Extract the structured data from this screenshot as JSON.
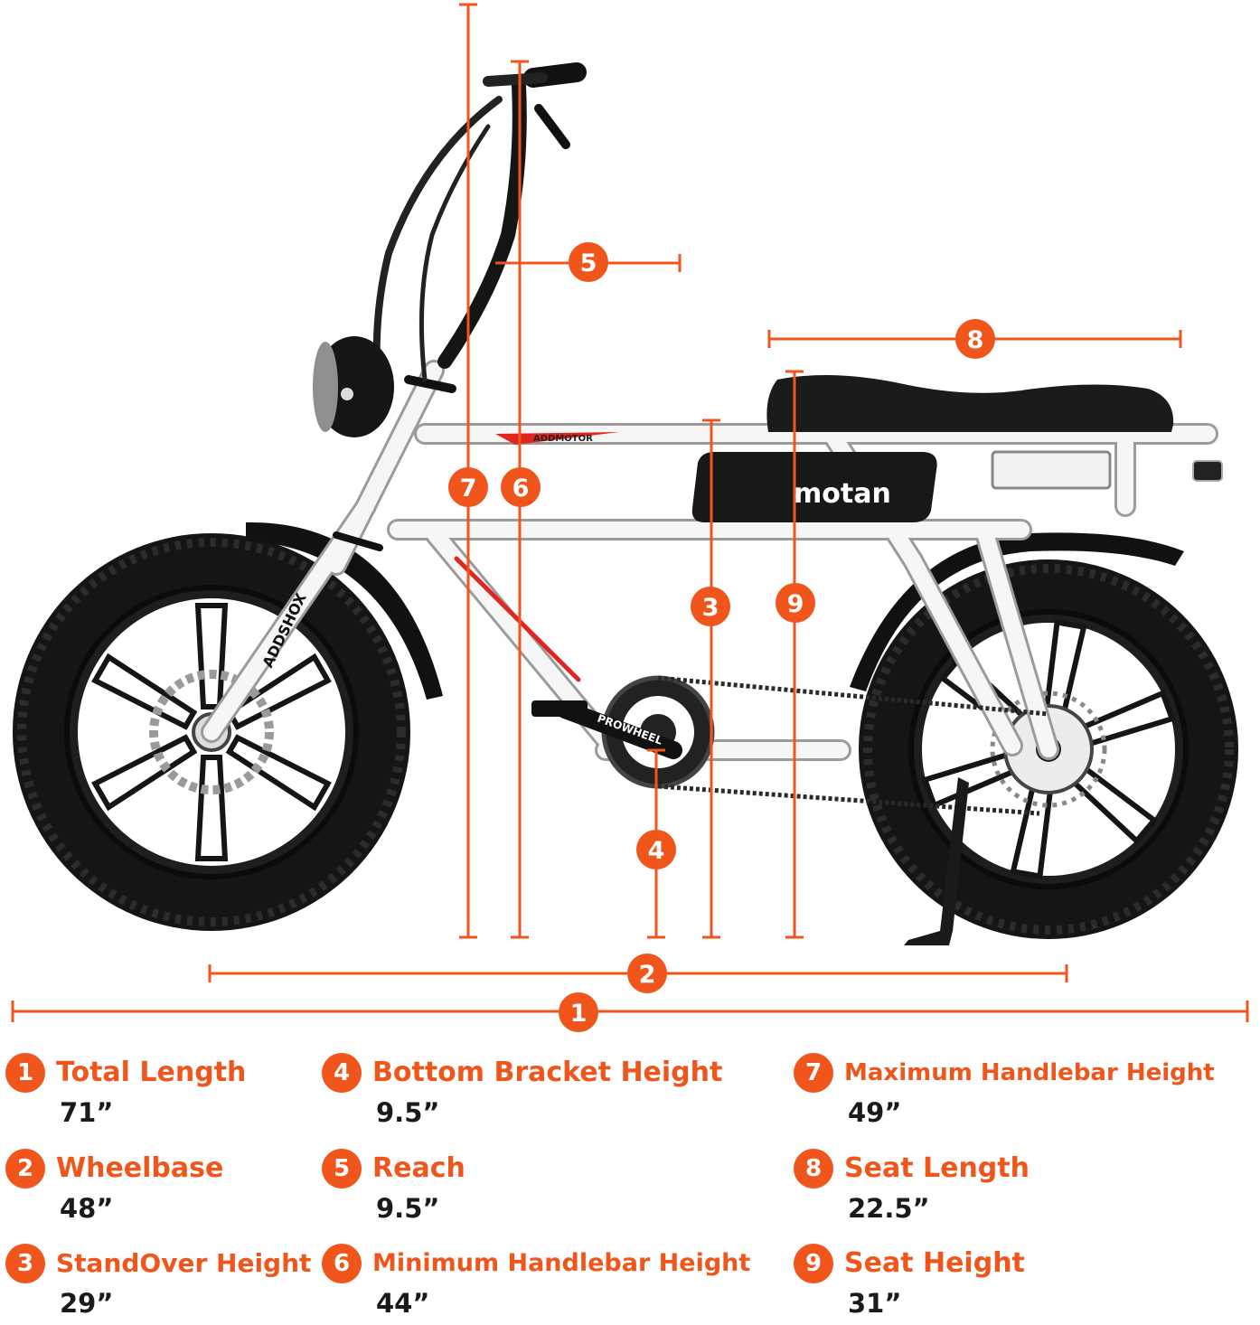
{
  "colors": {
    "accent": "#F0561C",
    "frame": "#F4F4F4",
    "tire": "#151515",
    "brand_red": "#E0261F"
  },
  "bike": {
    "frame_brand": "ADDMOTOR",
    "battery_brand": "motan",
    "fork_brand": "ADDSHOX",
    "crank_brand": "PROWHEEL"
  },
  "markers": [
    {
      "num": "1"
    },
    {
      "num": "2"
    },
    {
      "num": "3"
    },
    {
      "num": "4"
    },
    {
      "num": "5"
    },
    {
      "num": "6"
    },
    {
      "num": "7"
    },
    {
      "num": "8"
    },
    {
      "num": "9"
    }
  ],
  "legend": [
    {
      "num": "1",
      "label": "Total Length",
      "value": "71”"
    },
    {
      "num": "2",
      "label": "Wheelbase",
      "value": "48”"
    },
    {
      "num": "3",
      "label": "StandOver Height",
      "value": "29”"
    },
    {
      "num": "4",
      "label": "Bottom Bracket Height",
      "value": "9.5”"
    },
    {
      "num": "5",
      "label": "Reach",
      "value": "9.5”"
    },
    {
      "num": "6",
      "label": "Minimum Handlebar Height",
      "value": "44”"
    },
    {
      "num": "7",
      "label": "Maximum Handlebar Height",
      "value": "49”"
    },
    {
      "num": "8",
      "label": "Seat Length",
      "value": "22.5”"
    },
    {
      "num": "9",
      "label": "Seat Height",
      "value": "31”"
    }
  ]
}
